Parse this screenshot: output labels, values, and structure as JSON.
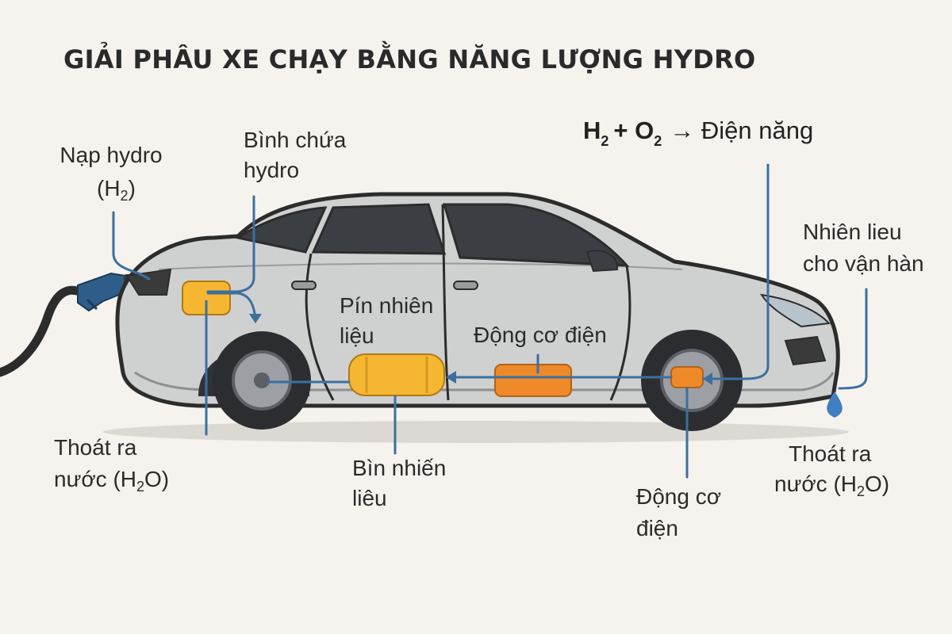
{
  "title": "GIẢI PHÂU XE CHẠY BẰNG NĂNG LƯỢNG HYDRO",
  "equation": {
    "h": "H",
    "h_sub": "2",
    "plus_o": "+ O",
    "o_sub": "2",
    "rest": "→ Điện năng"
  },
  "labels": {
    "refuel_line1": "Nạp hydro",
    "refuel_line2_open": "(H",
    "refuel_line2_sub": "2",
    "refuel_line2_close": ")",
    "tank_line1": "Bình chứa",
    "tank_line2": "hydro",
    "fuelcell_line1": "Pín nhiên",
    "fuelcell_line2": "liệu",
    "motor_top": "Động cơ điện",
    "fuel_for_op_line1": "Nhiên lieu",
    "fuel_for_op_line2": "cho vận hàn",
    "exhaust_left_line1": "Thoát ra",
    "exhaust_left_line2_pre": "nước (H",
    "exhaust_left_line2_sub": "2",
    "exhaust_left_line2_post": "O)",
    "fuel_tank_line1": "Bìn nhiến",
    "fuel_tank_line2": "liêu",
    "motor_bottom_line1": "Động cơ",
    "motor_bottom_line2": "điện",
    "exhaust_right_line1": "Thoát ra",
    "exhaust_right_line2_pre": "nước (H",
    "exhaust_right_line2_sub": "2",
    "exhaust_right_line2_post": "O)"
  },
  "colors": {
    "background": "#f6f3ee",
    "body": "#cfd0d0",
    "outline": "#2c2c2c",
    "leader": "#3c6fa0",
    "tank_yellow": "#f5b731",
    "motor_orange": "#ee8a2a",
    "water": "#3f7fbf"
  }
}
